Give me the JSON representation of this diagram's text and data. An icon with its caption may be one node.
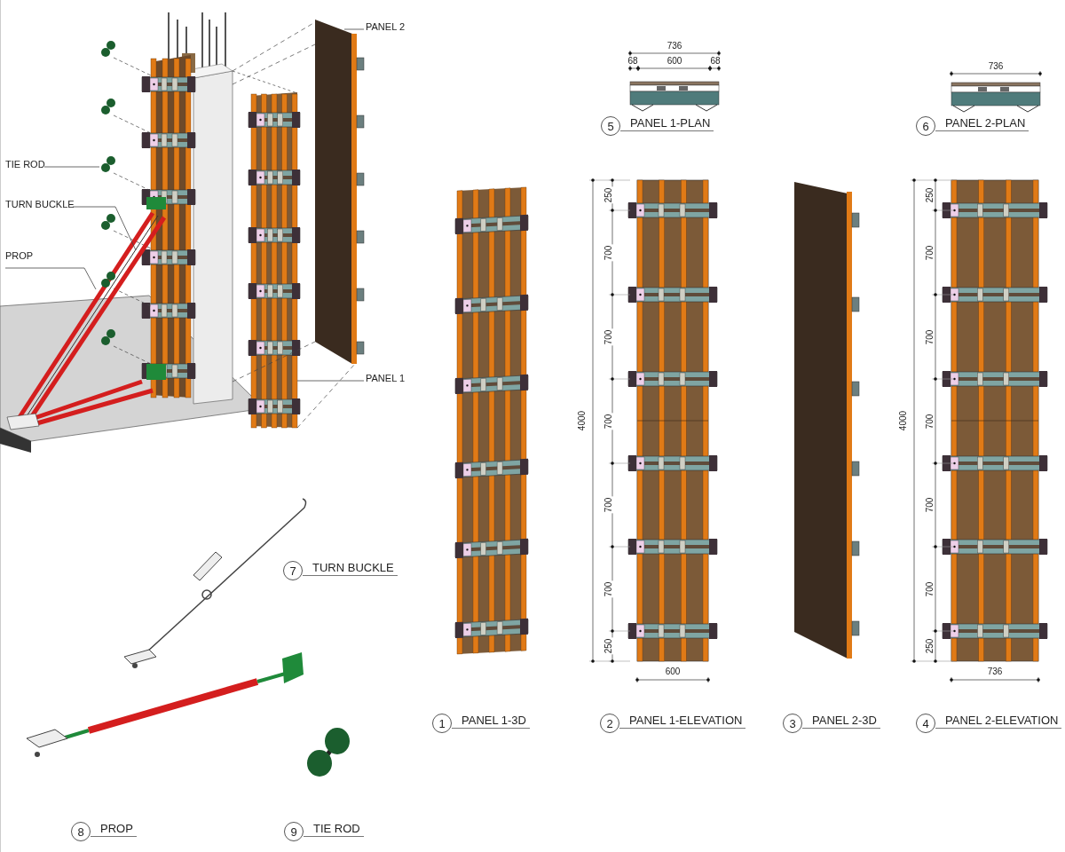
{
  "diagram": {
    "nodes": [
      {
        "text": [
          "TIE ROD"
        ]
      },
      {
        "text": [
          "TURN BUCKLE"
        ]
      },
      {
        "text": [
          "PROP"
        ]
      },
      {
        "text": [
          "PANEL 2"
        ]
      },
      {
        "text": [
          "PANEL 1"
        ]
      },
      {
        "text": [
          "5"
        ],
        "beside": [
          "PANEL 1-PLAN"
        ]
      },
      {
        "text": [
          "6"
        ],
        "beside": [
          "PANEL 2-PLAN"
        ]
      },
      {
        "text": [
          "7"
        ],
        "beside": [
          "TURN BUCKLE"
        ]
      },
      {
        "text": [
          "1"
        ],
        "beside": [
          "PANEL 1-3D"
        ]
      },
      {
        "text": [
          "2"
        ],
        "beside": [
          "PANEL 1-ELEVATION"
        ]
      },
      {
        "text": [
          "3"
        ],
        "beside": [
          "PANEL 2-3D"
        ]
      },
      {
        "text": [
          "4"
        ],
        "beside": [
          "PANEL 2-ELEVATION"
        ]
      },
      {
        "text": [
          "8"
        ],
        "beside": [
          "PROP"
        ]
      },
      {
        "text": [
          "9"
        ],
        "beside": [
          "TIE ROD"
        ]
      }
    ],
    "edges": [
      {
        "from": 0,
        "to": null,
        "arrow": "none"
      },
      {
        "from": 1,
        "to": null,
        "arrow": "none"
      },
      {
        "from": 2,
        "to": null,
        "arrow": "none"
      },
      {
        "from": 3,
        "to": null,
        "arrow": "none"
      },
      {
        "from": 4,
        "to": null,
        "arrow": "none"
      }
    ],
    "labels": [
      "736",
      "68",
      "600",
      "68",
      "736",
      "4000",
      "250",
      "700",
      "700",
      "700",
      "700",
      "700",
      "250",
      "600",
      "4000",
      "250",
      "700",
      "700",
      "700",
      "700",
      "700",
      "250",
      "736"
    ]
  }
}
